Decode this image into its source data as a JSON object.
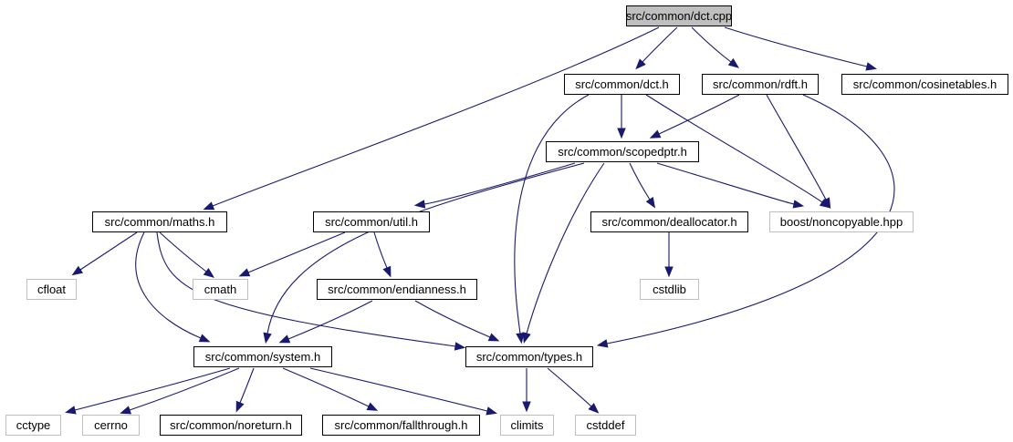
{
  "graph": {
    "nodes": [
      {
        "id": "dct_cpp",
        "label": "src/common/dct.cpp",
        "kind": "root"
      },
      {
        "id": "dct_h",
        "label": "src/common/dct.h",
        "kind": "internal"
      },
      {
        "id": "rdft_h",
        "label": "src/common/rdft.h",
        "kind": "internal"
      },
      {
        "id": "cosinetables_h",
        "label": "src/common/cosinetables.h",
        "kind": "internal"
      },
      {
        "id": "scopedptr_h",
        "label": "src/common/scopedptr.h",
        "kind": "internal"
      },
      {
        "id": "maths_h",
        "label": "src/common/maths.h",
        "kind": "internal"
      },
      {
        "id": "util_h",
        "label": "src/common/util.h",
        "kind": "internal"
      },
      {
        "id": "deallocator_h",
        "label": "src/common/deallocator.h",
        "kind": "internal"
      },
      {
        "id": "noncopyable_hpp",
        "label": "boost/noncopyable.hpp",
        "kind": "external"
      },
      {
        "id": "cfloat",
        "label": "cfloat",
        "kind": "external"
      },
      {
        "id": "cmath",
        "label": "cmath",
        "kind": "external"
      },
      {
        "id": "endianness_h",
        "label": "src/common/endianness.h",
        "kind": "internal"
      },
      {
        "id": "cstdlib",
        "label": "cstdlib",
        "kind": "external"
      },
      {
        "id": "system_h",
        "label": "src/common/system.h",
        "kind": "internal"
      },
      {
        "id": "types_h",
        "label": "src/common/types.h",
        "kind": "internal"
      },
      {
        "id": "cctype",
        "label": "cctype",
        "kind": "external"
      },
      {
        "id": "cerrno",
        "label": "cerrno",
        "kind": "external"
      },
      {
        "id": "noreturn_h",
        "label": "src/common/noreturn.h",
        "kind": "internal"
      },
      {
        "id": "fallthrough_h",
        "label": "src/common/fallthrough.h",
        "kind": "internal"
      },
      {
        "id": "climits",
        "label": "climits",
        "kind": "external"
      },
      {
        "id": "cstddef",
        "label": "cstddef",
        "kind": "external"
      }
    ],
    "edges": [
      {
        "from": "dct_cpp",
        "to": "dct_h"
      },
      {
        "from": "dct_cpp",
        "to": "rdft_h"
      },
      {
        "from": "dct_cpp",
        "to": "cosinetables_h"
      },
      {
        "from": "dct_cpp",
        "to": "maths_h"
      },
      {
        "from": "dct_h",
        "to": "scopedptr_h"
      },
      {
        "from": "dct_h",
        "to": "noncopyable_hpp"
      },
      {
        "from": "dct_h",
        "to": "types_h"
      },
      {
        "from": "rdft_h",
        "to": "scopedptr_h"
      },
      {
        "from": "rdft_h",
        "to": "noncopyable_hpp"
      },
      {
        "from": "rdft_h",
        "to": "types_h"
      },
      {
        "from": "scopedptr_h",
        "to": "util_h"
      },
      {
        "from": "scopedptr_h",
        "to": "deallocator_h"
      },
      {
        "from": "scopedptr_h",
        "to": "noncopyable_hpp"
      },
      {
        "from": "scopedptr_h",
        "to": "system_h"
      },
      {
        "from": "scopedptr_h",
        "to": "types_h"
      },
      {
        "from": "maths_h",
        "to": "cfloat"
      },
      {
        "from": "maths_h",
        "to": "cmath"
      },
      {
        "from": "maths_h",
        "to": "system_h"
      },
      {
        "from": "maths_h",
        "to": "types_h"
      },
      {
        "from": "util_h",
        "to": "cmath"
      },
      {
        "from": "util_h",
        "to": "endianness_h"
      },
      {
        "from": "deallocator_h",
        "to": "cstdlib"
      },
      {
        "from": "endianness_h",
        "to": "system_h"
      },
      {
        "from": "endianness_h",
        "to": "types_h"
      },
      {
        "from": "system_h",
        "to": "cctype"
      },
      {
        "from": "system_h",
        "to": "cerrno"
      },
      {
        "from": "system_h",
        "to": "noreturn_h"
      },
      {
        "from": "system_h",
        "to": "fallthrough_h"
      },
      {
        "from": "system_h",
        "to": "climits"
      },
      {
        "from": "types_h",
        "to": "climits"
      },
      {
        "from": "types_h",
        "to": "cstddef"
      }
    ]
  },
  "colors": {
    "edge": "#191970",
    "root_fill": "#bfbfbf",
    "internal_border": "#000000",
    "external_border": "#bfbfbf"
  }
}
